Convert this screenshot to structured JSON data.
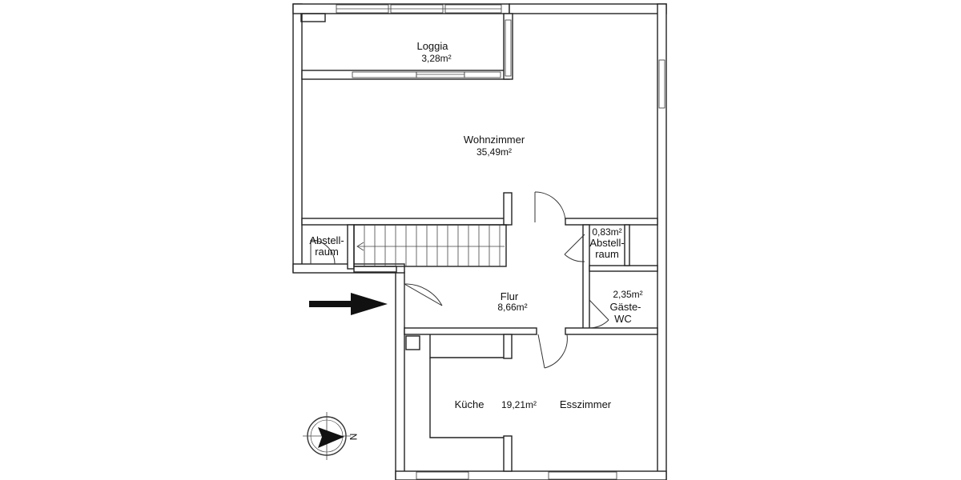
{
  "rooms": {
    "loggia": {
      "name": "Loggia",
      "area": "3,28m²"
    },
    "wohnzimmer": {
      "name": "Wohnzimmer",
      "area": "35,49m²"
    },
    "abstellraum_left": {
      "line1": "Abstell-",
      "line2": "raum"
    },
    "abstellraum_right": {
      "area": "0,83m²",
      "line1": "Abstell-",
      "line2": "raum"
    },
    "flur": {
      "name": "Flur",
      "area": "8,66m²"
    },
    "gaeste_wc": {
      "area": "2,35m²",
      "line1": "Gäste-",
      "line2": "WC"
    },
    "kueche": {
      "name": "Küche"
    },
    "esszimmer": {
      "name": "Esszimmer",
      "area": "19,21m²"
    }
  },
  "compass": {
    "label": "N"
  },
  "colors": {
    "wall": "#222222",
    "background": "#ffffff",
    "arrow": "#111111"
  }
}
